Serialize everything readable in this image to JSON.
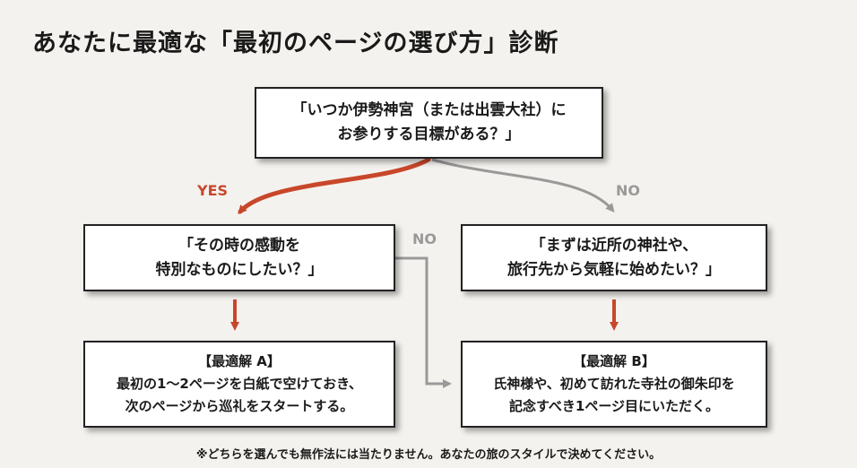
{
  "title": "あなたに最適な「最初のページの選び方」診断",
  "colors": {
    "yes": "#c8472b",
    "no": "#999999",
    "box_border": "#222222"
  },
  "q1": {
    "line1": "「いつか伊勢神宮（または出雲大社）に",
    "line2": "お参りする目標がある？」"
  },
  "q2": {
    "line1": "「その時の感動を",
    "line2": "特別なものにしたい？」"
  },
  "q3": {
    "line1": "「まずは近所の神社や、",
    "line2": "旅行先から気軽に始めたい？」"
  },
  "result_a": {
    "heading": "【最適解 A】",
    "line1": "最初の1〜2ページを白紙で空けておき、",
    "line2": "次のページから巡礼をスタートする。"
  },
  "result_b": {
    "heading": "【最適解 B】",
    "line1": "氏神様や、初めて訪れた寺社の御朱印を",
    "line2": "記念すべき1ページ目にいただく。"
  },
  "labels": {
    "yes": "YES",
    "no_right": "NO",
    "no_middle": "NO"
  },
  "footnote": "※どちらを選んでも無作法には当たりません。あなたの旅のスタイルで決めてください。"
}
